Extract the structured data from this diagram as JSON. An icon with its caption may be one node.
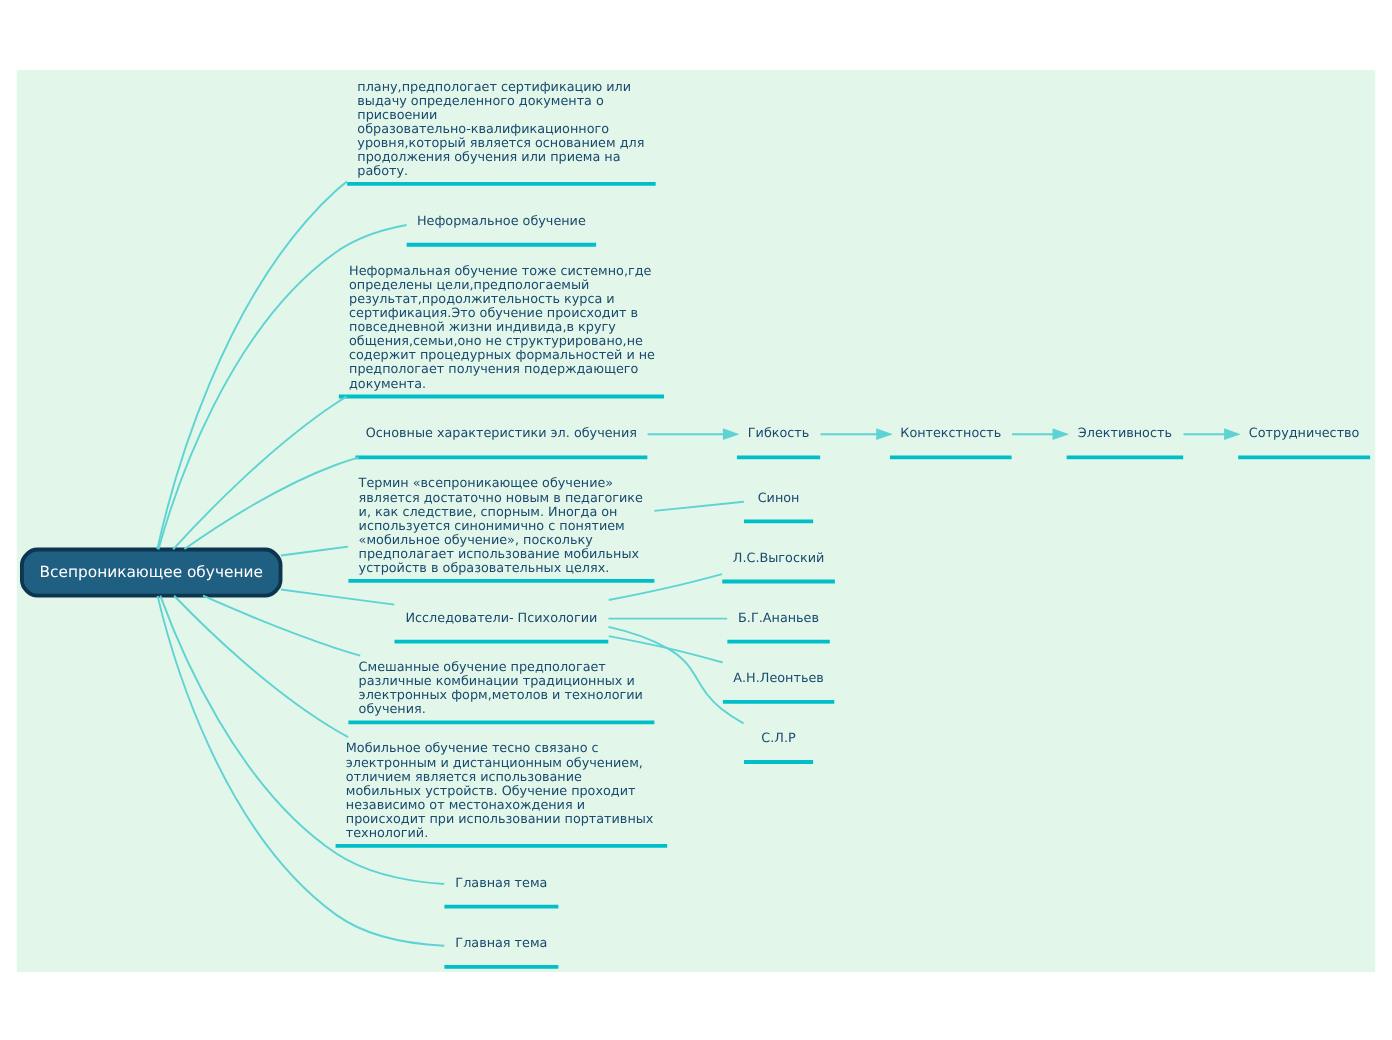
{
  "diagram": {
    "nodes": [
      {
        "text": [
          "Всепроникающее обучение"
        ]
      },
      {
        "text": [
          "плану,предпологает сертификацию или выдачу определенного документа о присвоении образовательно-квалификационного уровня,который является основанием для продолжения обучения или приема на работу."
        ]
      },
      {
        "text": [
          "Неформальное обучение"
        ]
      },
      {
        "text": [
          "Неформальная обучение тоже системно,где определены цели,предпологаемый результат,продолжительность курса и сертификация.Это обучение происходит в повседневной жизни индивида,в кругу общения,семьи,оно не структурировано,не содержит процедурных формальностей и не предпологает получения подерждающего документа."
        ]
      },
      {
        "text": [
          "Основные характеристики эл. обучения"
        ]
      },
      {
        "text": [
          "Гибкость"
        ]
      },
      {
        "text": [
          "Контекстность"
        ]
      },
      {
        "text": [
          "Элективность"
        ]
      },
      {
        "text": [
          "Сотрудничество"
        ]
      },
      {
        "text": [
          "Термин «всепроникающее обучение» является достаточно новым в педагогике и, как следствие, спорным. Иногда он используется синонимично с понятием «мобильное обучение», поскольку предполагает использование мобильных устройств в образовательных целях."
        ]
      },
      {
        "text": [
          "Синон"
        ]
      },
      {
        "text": [
          "Исследователи- Психологии"
        ]
      },
      {
        "text": [
          "Л.С.Выгоский"
        ]
      },
      {
        "text": [
          "Б.Г.Ананьев"
        ]
      },
      {
        "text": [
          "А.Н.Леонтьев"
        ]
      },
      {
        "text": [
          "С.Л.Р"
        ]
      },
      {
        "text": [
          "Смешанные обучение предпологает различные комбинации традиционных и электронных форм,метолов и технологии обучения."
        ]
      },
      {
        "text": [
          "Мобильное обучение тесно связано с электронным и дистанционным обучением, отличием является использование мобильных устройств. Обучение проходит независимо от местонахождения и происходит при использовании портативных технологий."
        ]
      },
      {
        "text": [
          "Главная тема"
        ]
      },
      {
        "text": [
          "Главная тема"
        ]
      }
    ],
    "edges": [
      {
        "from": 0,
        "to": 1,
        "arrow": "none"
      },
      {
        "from": 0,
        "to": 2,
        "arrow": "none"
      },
      {
        "from": 0,
        "to": 3,
        "arrow": "none"
      },
      {
        "from": 0,
        "to": 4,
        "arrow": "none"
      },
      {
        "from": 4,
        "to": 5,
        "arrow": "to"
      },
      {
        "from": 5,
        "to": 6,
        "arrow": "to"
      },
      {
        "from": 6,
        "to": 7,
        "arrow": "to"
      },
      {
        "from": 7,
        "to": 8,
        "arrow": "to"
      },
      {
        "from": 0,
        "to": 9,
        "arrow": "none"
      },
      {
        "from": 9,
        "to": 10,
        "arrow": "none"
      },
      {
        "from": 0,
        "to": 11,
        "arrow": "none"
      },
      {
        "from": 11,
        "to": 12,
        "arrow": "none"
      },
      {
        "from": 11,
        "to": 13,
        "arrow": "none"
      },
      {
        "from": 11,
        "to": 14,
        "arrow": "none"
      },
      {
        "from": 11,
        "to": 15,
        "arrow": "none"
      },
      {
        "from": 0,
        "to": 16,
        "arrow": "none"
      },
      {
        "from": 0,
        "to": 17,
        "arrow": "none"
      },
      {
        "from": 0,
        "to": 18,
        "arrow": "none"
      },
      {
        "from": 0,
        "to": 19,
        "arrow": "none"
      }
    ]
  }
}
